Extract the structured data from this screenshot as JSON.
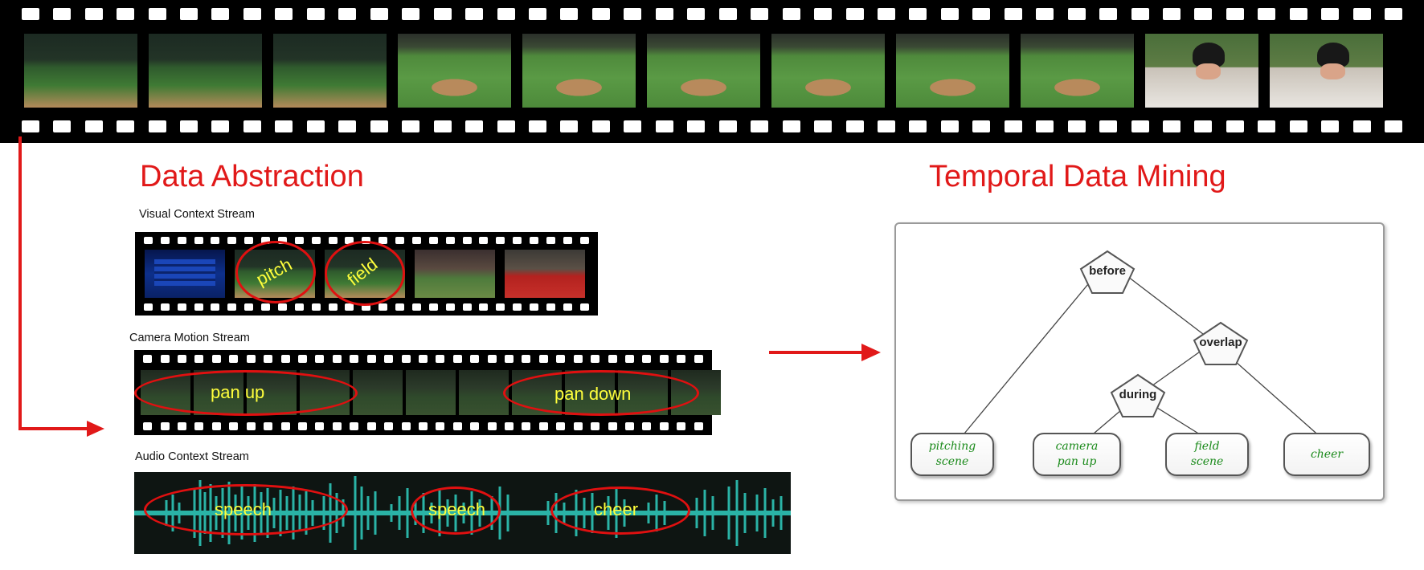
{
  "titles": {
    "data_abstraction": "Data Abstraction",
    "temporal_data_mining": "Temporal Data Mining"
  },
  "streams": {
    "visual": {
      "caption": "Visual Context Stream",
      "labels": [
        "pitch",
        "field"
      ]
    },
    "camera": {
      "caption": "Camera Motion Stream",
      "labels": [
        "pan up",
        "pan down"
      ]
    },
    "audio": {
      "caption": "Audio Context Stream",
      "labels": [
        "speech",
        "speech",
        "cheer"
      ]
    }
  },
  "tree": {
    "nodes": {
      "root": "before",
      "mid": "overlap",
      "low": "during"
    },
    "leaves": [
      "pitching\nscene",
      "camera\npan up",
      "field\nscene",
      "cheer"
    ]
  },
  "colors": {
    "accent_red": "#e11919",
    "label_yellow": "#ffff3c",
    "leaf_green": "#1a8a1a",
    "wave_teal": "#2ab3a6"
  }
}
